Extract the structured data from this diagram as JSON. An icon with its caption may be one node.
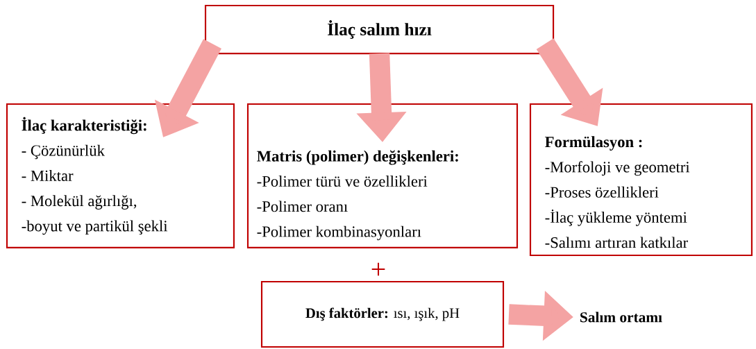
{
  "diagram": {
    "nodes": [
      {
        "text": [
          "İlaç salım hızı"
        ]
      },
      {
        "text": [
          "İlaç karakteristiği:",
          "- Çözünürlük",
          "- Miktar",
          "- Molekül ağırlığı,",
          "-boyut ve partikül şekli"
        ]
      },
      {
        "text": [
          "Matris (polimer) değişkenleri:",
          "-Polimer türü ve özellikleri",
          "-Polimer oranı",
          "-Polimer kombinasyonları"
        ]
      },
      {
        "text": [
          "Formülasyon :",
          "-Morfoloji  ve geometri",
          "-Proses özellikleri",
          "-İlaç yükleme yöntemi",
          "-Salımı artıran katkılar"
        ]
      },
      {
        "text": [
          "**Dış faktörler:** ısı, ışık, pH"
        ]
      },
      {
        "text": [
          "Salım ortamı"
        ]
      }
    ],
    "edges": [
      {
        "from": 0,
        "to": 1,
        "arrow": "to"
      },
      {
        "from": 0,
        "to": 2,
        "arrow": "to"
      },
      {
        "from": 0,
        "to": 3,
        "arrow": "to"
      },
      {
        "from": 4,
        "to": 5,
        "arrow": "to"
      }
    ],
    "labels": [
      "+"
    ]
  }
}
